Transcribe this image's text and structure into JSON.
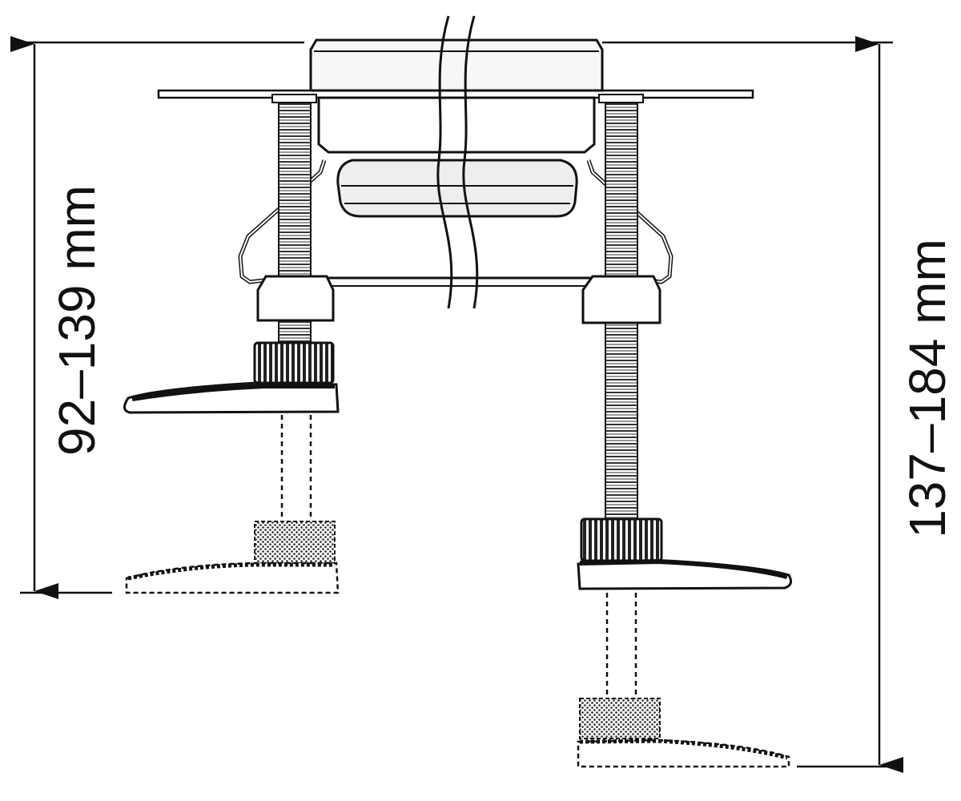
{
  "diagram": {
    "dimension_left": {
      "label": "92–139 mm",
      "range_mm": [
        92,
        139
      ]
    },
    "dimension_right": {
      "label": "137–184 mm",
      "range_mm": [
        137,
        184
      ]
    }
  },
  "colors": {
    "line": "#111111",
    "background": "#ffffff",
    "fill_light": "#f4f4f4",
    "fill_mid": "#e6e6e6",
    "fill_dark": "#2a2a2a"
  }
}
